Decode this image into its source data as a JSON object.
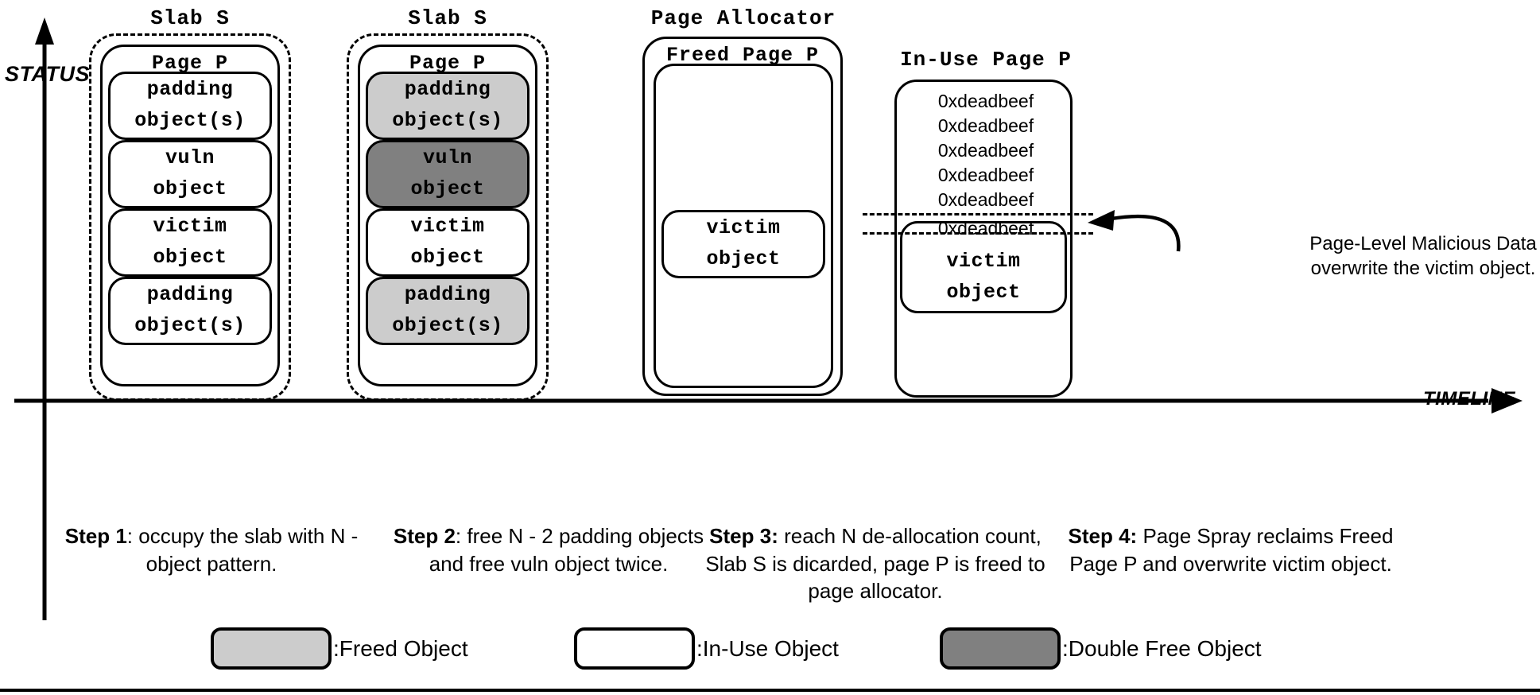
{
  "axes": {
    "y_label": "STATUS",
    "x_label": "TIMELINE"
  },
  "columns": [
    {
      "id": "step1",
      "slab_title": "Slab S",
      "page_title": "Page P",
      "objects": [
        {
          "line1": "padding",
          "line2": "object(s)",
          "state": "in-use"
        },
        {
          "line1": "vuln",
          "line2": "object",
          "state": "in-use"
        },
        {
          "line1": "victim",
          "line2": "object",
          "state": "in-use"
        },
        {
          "line1": "padding",
          "line2": "object(s)",
          "state": "in-use"
        }
      ],
      "caption_bold": "Step 1",
      "caption_rest": ": occupy the slab with N - object pattern."
    },
    {
      "id": "step2",
      "slab_title": "Slab S",
      "page_title": "Page P",
      "objects": [
        {
          "line1": "padding",
          "line2": "object(s)",
          "state": "freed"
        },
        {
          "line1": "vuln",
          "line2": "object",
          "state": "double-free"
        },
        {
          "line1": "victim",
          "line2": "object",
          "state": "in-use"
        },
        {
          "line1": "padding",
          "line2": "object(s)",
          "state": "freed"
        }
      ],
      "caption_bold": "Step 2",
      "caption_rest": ": free N - 2 padding objects and free vuln object twice."
    },
    {
      "id": "step3",
      "slab_title": "Page Allocator",
      "page_title": "Freed Page P",
      "objects": [
        {
          "line1": "victim",
          "line2": "object",
          "state": "in-use"
        }
      ],
      "caption_bold": "Step 3:",
      "caption_rest": " reach N de-allocation count, Slab S is dicarded, page P is freed to page allocator."
    },
    {
      "id": "step4",
      "slab_title": "",
      "page_title": "In-Use Page P",
      "spray_values": [
        "0xdeadbeef",
        "0xdeadbeef",
        "0xdeadbeef",
        "0xdeadbeef",
        "0xdeadbeef",
        "0xdeadbeef"
      ],
      "objects": [
        {
          "line1": "victim",
          "line2": "object",
          "state": "in-use"
        }
      ],
      "annotation": "Page-Level Malicious Data overwrite the victim object.",
      "caption_bold": "Step 4:",
      "caption_rest": " Page Spray reclaims Freed Page P and overwrite victim object."
    }
  ],
  "legend": [
    {
      "label": ":Freed Object",
      "state": "freed",
      "color": "#cccccc"
    },
    {
      "label": ":In-Use Object",
      "state": "in-use",
      "color": "#ffffff"
    },
    {
      "label": ":Double Free Object",
      "state": "double-free",
      "color": "#808080"
    }
  ]
}
